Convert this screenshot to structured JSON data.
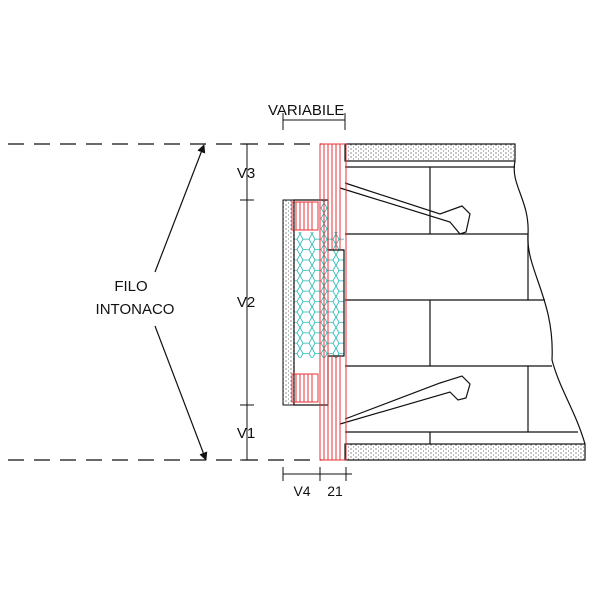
{
  "labels": {
    "variabile": "VARIABILE",
    "filo_line1": "FILO",
    "filo_line2": "INTONACO",
    "v1": "V1",
    "v2": "V2",
    "v3": "V3",
    "v4": "V4",
    "dim_21": "21"
  },
  "colors": {
    "line": "#111111",
    "frame": "#e8303a",
    "insulation": "#1fb5b5",
    "concrete_dots": "#444444",
    "background": "#ffffff"
  }
}
